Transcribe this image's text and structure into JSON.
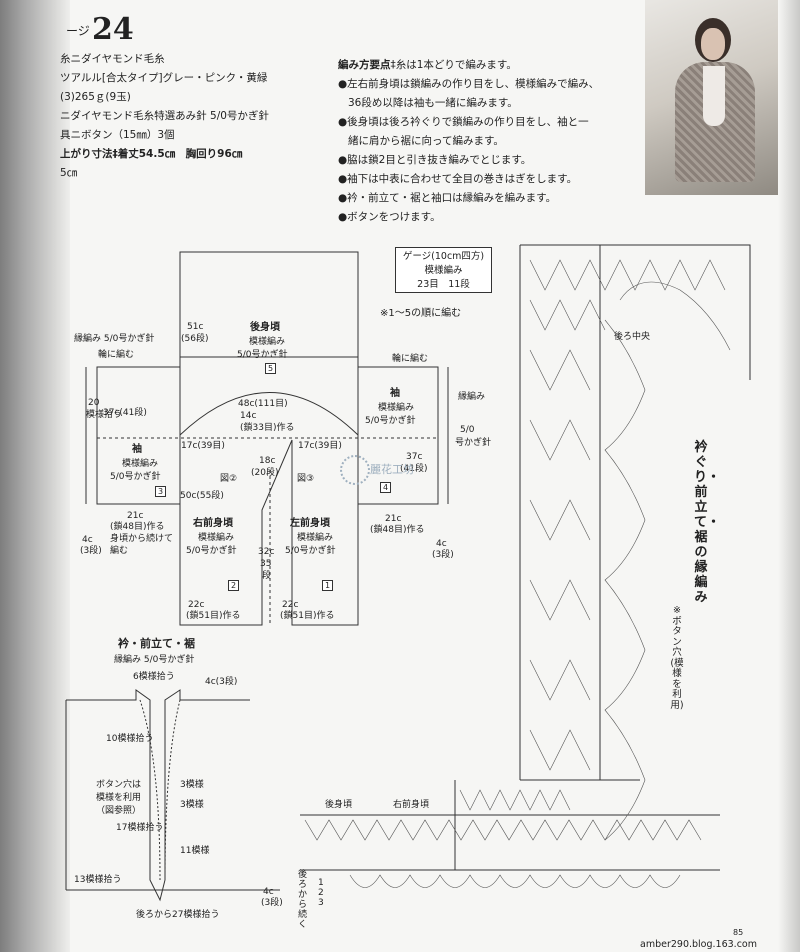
{
  "header": {
    "page_label": "ージ",
    "page_number": "24"
  },
  "materials": [
    "糸ニダイヤモンド毛糸",
    "ツアルル[合太タイプ]グレー・ピンク・黄緑",
    "(3)265ｇ(9玉)",
    "ニダイヤモンド毛糸特選あみ針 5/0号かぎ針",
    "具ニボタン（15㎜）3個",
    "上がり寸法‡着丈54.5㎝　胸回り96㎝",
    "5㎝"
  ],
  "notes": {
    "title": "編み方要点",
    "lines": [
      "‡糸は1本どりで編みます。",
      "●左右前身頃は鎖編みの作り目をし、模様編みで編み、",
      "36段め以降は袖も一緒に編みます。",
      "●後身頃は後ろ衿ぐりで鎖編みの作り目をし、袖と一",
      "緒に肩から裾に向って編みます。",
      "●脇は鎖2目と引き抜き編みでとじます。",
      "●袖下は中表に合わせて全目の巻きはぎをします。",
      "●衿・前立て・裾と袖口は縁編みを編みます。",
      "●ボタンをつけます。"
    ]
  },
  "gauge": {
    "title": "ゲージ(10cm四方)",
    "pattern": "模様編み",
    "value": "23目　11段"
  },
  "order_note": "※1～5の順に編む",
  "body_chart": {
    "back": {
      "name": "後身頃",
      "stitch": "模様編み",
      "hook": "5/0号かぎ針",
      "num": "5"
    },
    "left_sleeve": {
      "name": "袖",
      "stitch": "模様編み",
      "hook": "5/0号かぎ針",
      "num": "3"
    },
    "right_sleeve": {
      "name": "袖",
      "stitch": "模様編み",
      "hook": "5/0号かぎ針",
      "num": "4"
    },
    "right_front": {
      "name": "右前身頃",
      "stitch": "模様編み",
      "hook": "5/0号かぎ針",
      "num": "2"
    },
    "left_front": {
      "name": "左前身頃",
      "stitch": "模様編み",
      "hook": "5/0号かぎ針",
      "num": "1"
    },
    "labels": {
      "edge_left": "縁編み 5/0号かぎ針",
      "ring_left": "輪に編む",
      "ring_right": "輪に編む",
      "d20": "20",
      "pick": "模様拾う",
      "c37": "37c(41段)",
      "c37b": "37c",
      "c41b": "(41段)",
      "c51": "51c",
      "c56": "(56段)",
      "c48": "48c(111目)",
      "c14": "14c",
      "c33": "(鎖33目)作る",
      "c17a": "17c(39目)",
      "c17b": "17c(39目)",
      "c18": "18c",
      "c20": "(20段)",
      "fig2": "図②",
      "fig3": "図③",
      "c50": "50c(55段)",
      "c21a": "21c",
      "c48a": "(鎖48目)作る",
      "c48a2": "身頃から続けて",
      "c48a3": "編む",
      "c21b": "21c",
      "c48b": "(鎖48目)作る",
      "c4a": "4c",
      "c3a": "(3段)",
      "c4b": "4c",
      "c3b": "(3段)",
      "c32": "32c",
      "c35": "35",
      "c35b": "段",
      "c22a": "22c",
      "c51a": "(鎖51目)作る",
      "c22b": "22c",
      "c51b": "(鎖51目)作る",
      "edge_right_v": "縁編み",
      "edge_right_v2": "5/0",
      "edge_right_v3": "号かぎ針"
    }
  },
  "edge_chart": {
    "title": "衿・前立て・裾",
    "subtitle": "縁編み 5/0号かぎ針",
    "l1": "6模様拾う",
    "l2": "4c(3段)",
    "l3": "10模様拾う",
    "l4": "3模様",
    "l5": "3模様",
    "l6": "ボタン穴は",
    "l7": "模様を利用",
    "l8": "（図参照）",
    "l9": "17模様拾う",
    "l10": "11模様",
    "l11": "13模様拾う",
    "l12": "4c",
    "l13": "(3段)",
    "l14": "後ろから27模様拾う"
  },
  "stitch_chart": {
    "back_center": "後ろ中央",
    "title": "衿ぐり・前立て・裾の縁編み",
    "button_note": "※ボタン穴(模様を利用)",
    "back_body": "後身頃",
    "right_front": "右前身頃",
    "row_label_a": "後ろから続く",
    "row1": "1",
    "row2": "2",
    "row3": "3"
  },
  "watermark": "麗花工坊",
  "footer": {
    "url": "amber290.blog.163.com",
    "page": "85"
  }
}
